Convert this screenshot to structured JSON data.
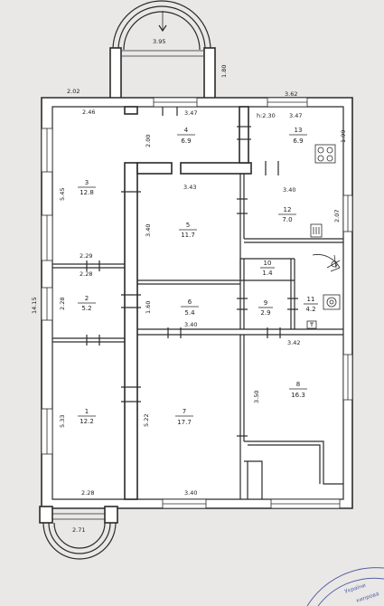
{
  "rooms": [
    {
      "num": "1",
      "area": "12.2"
    },
    {
      "num": "2",
      "area": "5.2"
    },
    {
      "num": "3",
      "area": "12.8"
    },
    {
      "num": "4",
      "area": "6.9"
    },
    {
      "num": "5",
      "area": "11.7"
    },
    {
      "num": "6",
      "area": "5.4"
    },
    {
      "num": "7",
      "area": "17.7"
    },
    {
      "num": "8",
      "area": "16.3"
    },
    {
      "num": "9",
      "area": "2.9"
    },
    {
      "num": "10",
      "area": "1.4"
    },
    {
      "num": "11",
      "area": "4.2"
    },
    {
      "num": "12",
      "area": "7.0"
    },
    {
      "num": "13",
      "area": "6.9"
    }
  ],
  "dimensions": {
    "porch_top_width": "3.95",
    "porch_top_depth": "1.80",
    "top_left": "2.02",
    "top_right": "3.62",
    "room3_width": "2.46",
    "room4_width": "3.47",
    "ceiling_height": "h:2.30",
    "room13_width": "3.47",
    "room4_height": "2.00",
    "room13_height": "1.99",
    "room3_height": "5.45",
    "room5_width": "3.43",
    "room12_width": "3.40",
    "room5_height": "3.40",
    "room12_height": "2.07",
    "room3_bottom": "2.29",
    "room2_top": "2.28",
    "total_height": "14.15",
    "room2_height": "2.28",
    "room6_height": "1.60",
    "room6_width": "3.40",
    "room8_width": "3.42",
    "room8_height": "3.50",
    "room1_height": "5.33",
    "room7_height": "5.22",
    "room1_width": "2.28",
    "room7_width": "3.40",
    "porch_bottom_width": "2.71"
  },
  "stamp": {
    "line1": "України",
    "line2": "кипрова"
  },
  "colors": {
    "wall": "#ffffff",
    "line": "#2a2a2a",
    "paper": "#e9e8e6",
    "stamp": "#5560a8"
  }
}
